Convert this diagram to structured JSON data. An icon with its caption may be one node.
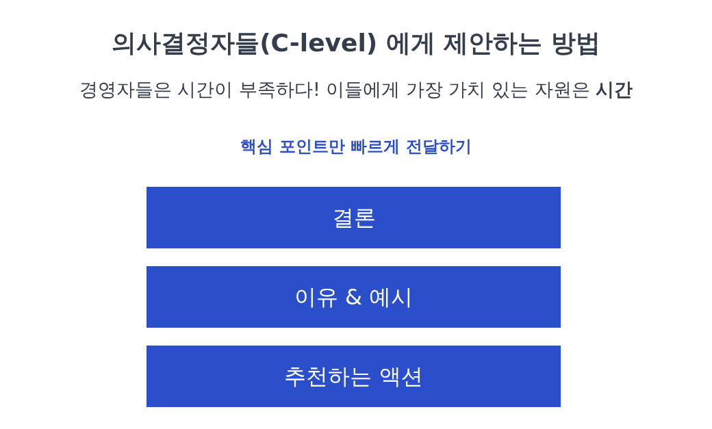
{
  "diagram": {
    "title": "의사결정자들(C-level) 에게 제안하는 방법",
    "nodes": [
      {
        "text": [
          "결론"
        ]
      },
      {
        "text": [
          "이유 & 예시"
        ]
      },
      {
        "text": [
          "추천하는 액션"
        ]
      }
    ],
    "labels": [
      "경영자들은 시간이 부족하다! 이들에게 가장 가치 있는 자원은 **시간**",
      "핵심 포인트만 빠르게 전달하기"
    ]
  }
}
